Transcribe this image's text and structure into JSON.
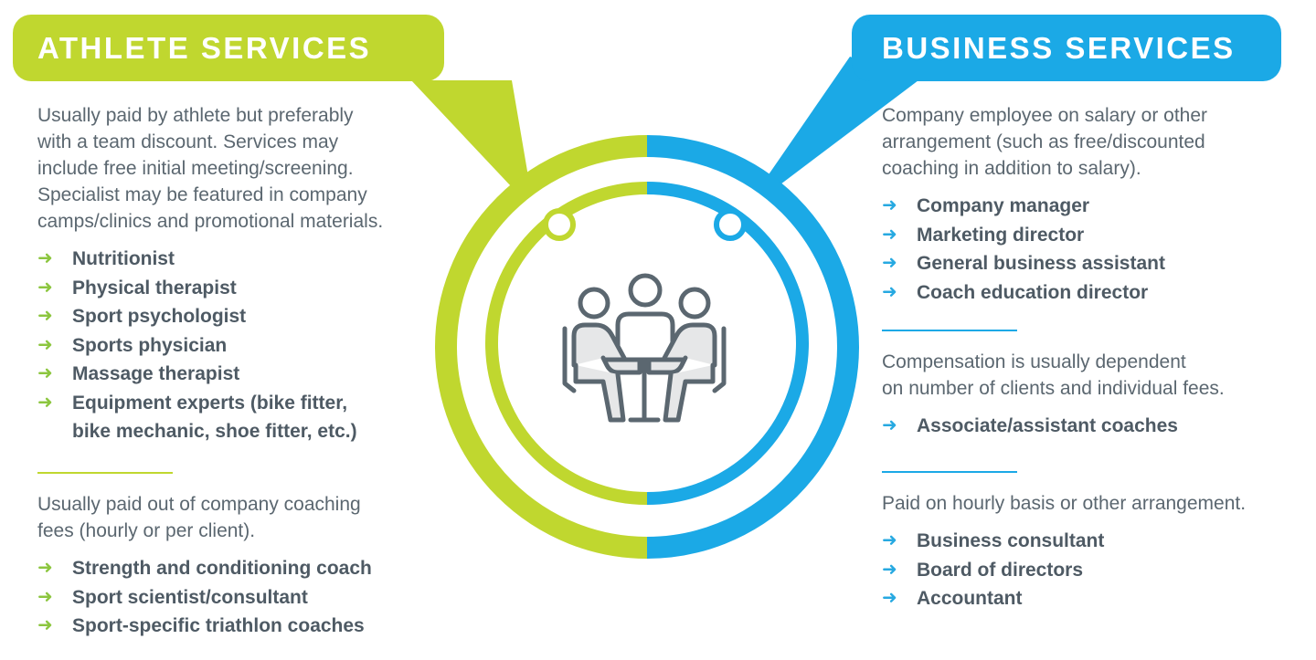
{
  "colors": {
    "athlete_green": "#c0d72f",
    "business_blue": "#1ba9e6",
    "arrow_green": "#8cc63f",
    "arrow_blue": "#27a9e1",
    "text_gray": "#5b6770",
    "icon_gray": "#5b6770",
    "icon_fill": "#e6e7e8"
  },
  "central_icon": "meeting-people-at-table-icon",
  "athlete": {
    "title": "ATHLETE SERVICES",
    "intro": "Usually paid by athlete but preferably\nwith a team discount. Services may\ninclude free initial meeting/screening.\nSpecialist may be featured in company\ncamps/clinics and promotional materials.",
    "items": [
      "Nutritionist",
      "Physical therapist",
      "Sport psychologist",
      "Sports physician",
      "Massage therapist",
      "Equipment experts (bike fitter,\nbike mechanic, shoe fitter, etc.)"
    ],
    "intro2": "Usually paid out of company coaching\nfees (hourly or per client).",
    "items2": [
      "Strength and conditioning coach",
      "Sport scientist/consultant",
      "Sport-specific triathlon coaches"
    ]
  },
  "business": {
    "title": "BUSINESS SERVICES",
    "intro": "Company employee on salary or other\narrangement (such as free/discounted\ncoaching in addition to salary).",
    "items": [
      "Company manager",
      "Marketing director",
      "General business assistant",
      "Coach education director"
    ],
    "intro2": "Compensation is usually dependent\non number of clients and individual fees.",
    "items2": [
      "Associate/assistant coaches"
    ],
    "intro3": "Paid on hourly basis or other arrangement.",
    "items3": [
      "Business consultant",
      "Board of directors",
      "Accountant"
    ]
  }
}
